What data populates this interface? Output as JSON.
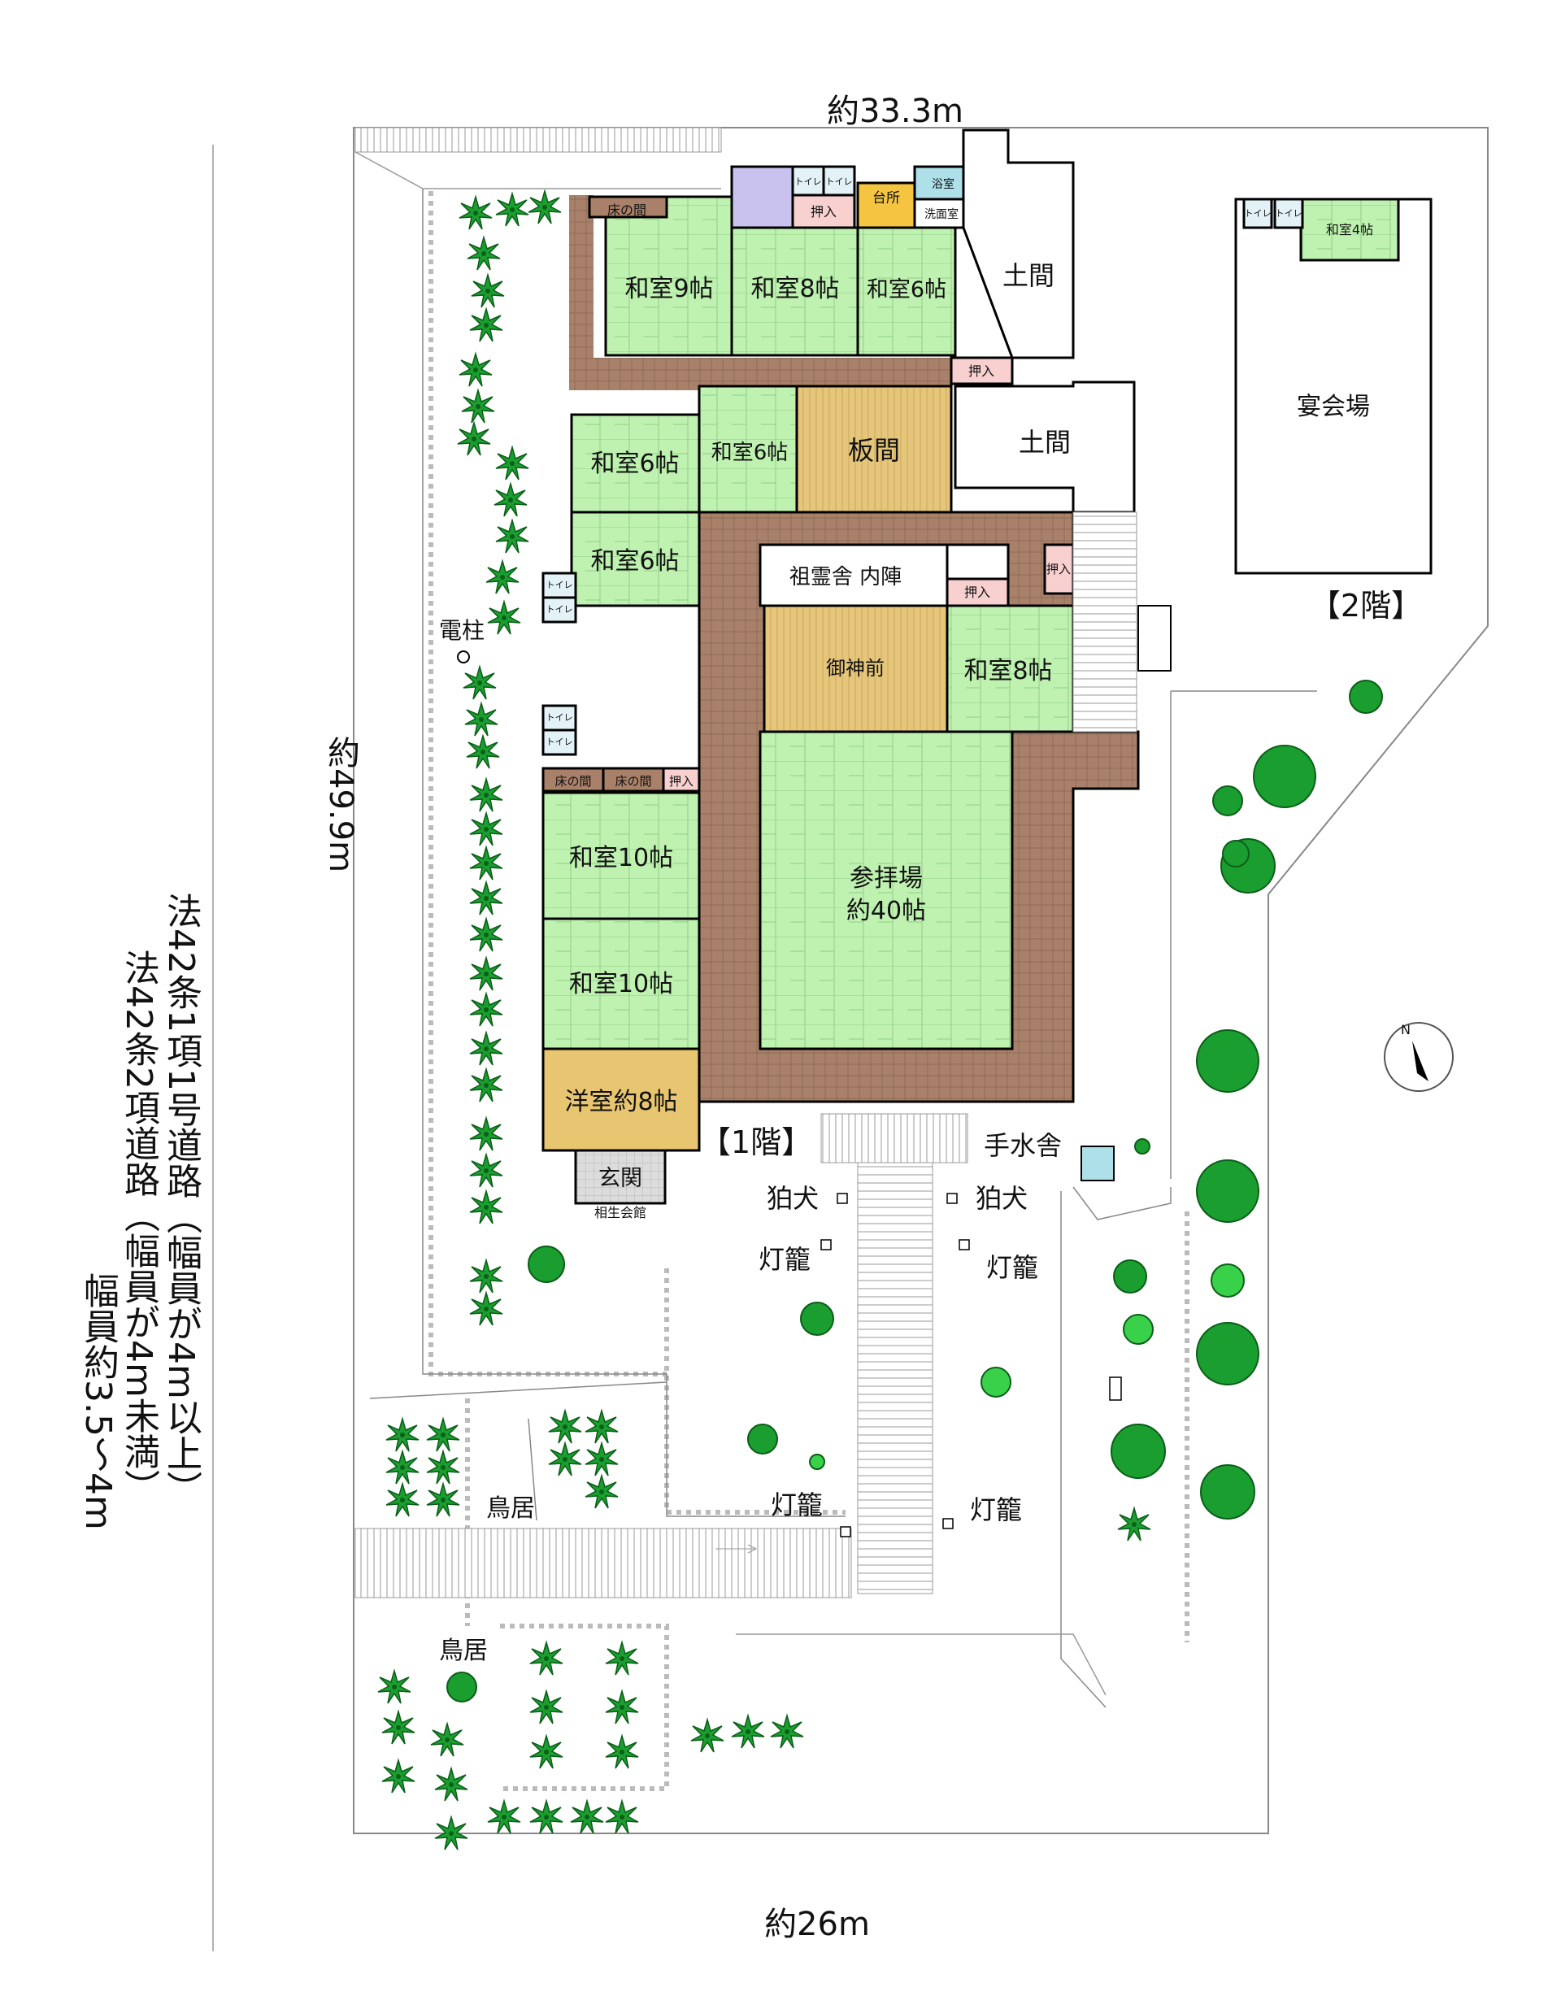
{
  "dimensions": {
    "top": "約33.3m",
    "bottom": "約26m",
    "left": "約49.9m"
  },
  "road_notes": [
    "法42条1項1号道路（幅員が4m以上）",
    "法42条2項道路（幅員が4m未満）",
    "幅員約3.5～4m"
  ],
  "floors": {
    "first": "【1階】",
    "second": "【2階】"
  },
  "rooms": {
    "washitsu9": "和室9帖",
    "washitsu8a": "和室8帖",
    "washitsu6a": "和室6帖",
    "washitsu6b": "和室6帖",
    "washitsu6c": "和室6帖",
    "washitsu6d": "和室6帖",
    "itama": "板間",
    "doma1": "土間",
    "doma2": "土間",
    "sorei_label": "祖霊舎 内陣",
    "goshinzen": "御神前",
    "washitsu8b": "和室8帖",
    "sanpaijo": "参拝場",
    "sanpaijo_size": "約40帖",
    "washitsu10a": "和室10帖",
    "washitsu10b": "和室10帖",
    "youshitsu": "洋室約8帖",
    "genkan": "玄関",
    "kaikan": "相生会館",
    "enkaijo": "宴会場",
    "washitsu4": "和室4帖",
    "tokonoma": "床の間",
    "oshiire": "押入",
    "toilet": "トイレ",
    "daidokoro": "台所",
    "yokushitsu": "浴室",
    "senmenjo": "洗面室"
  },
  "site": {
    "denchu": "電柱",
    "chozusha": "手水舎",
    "komainu": "狛犬",
    "toro": "灯籠",
    "torii": "鳥居"
  },
  "colors": {
    "tatami": "#bff2b0",
    "tatami_line": "#7cbf73",
    "corridor": "#a9816a",
    "itama": "#e6c67a",
    "youshitsu": "#e8c570",
    "genkan": "#d8d8d8",
    "oshiire": "#f7d0cf",
    "toilet": "#e3f2f7",
    "bath": "#aee0ea",
    "kitchen": "#f5c542",
    "purple": "#c9c2ee",
    "tree": "#1a9e2f",
    "tree_dark": "#0d6e1e"
  },
  "compass": "N"
}
